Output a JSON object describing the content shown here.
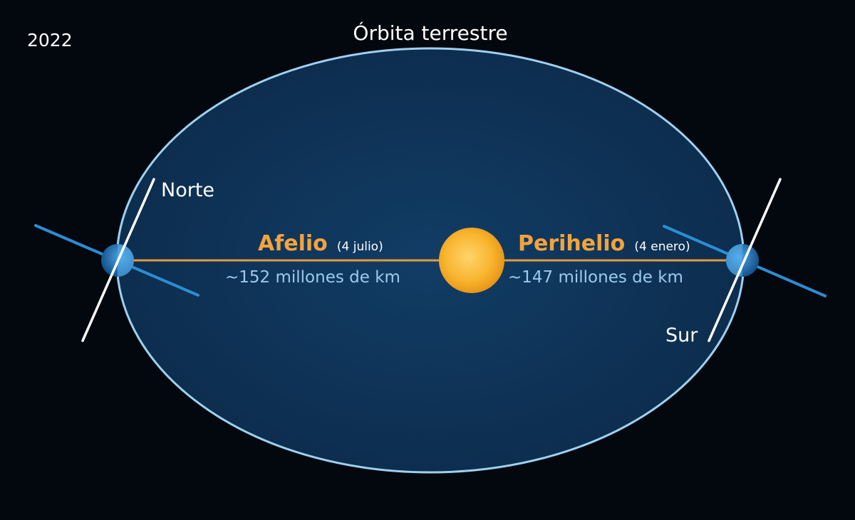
{
  "year": "2022",
  "title": "Órbita terrestre",
  "aphelion": {
    "name": "Afelio",
    "date": "(4 julio)",
    "distance": "~152 millones de km"
  },
  "perihelion": {
    "name": "Perihelio",
    "date": "(4 enero)",
    "distance": "~147 millones de km"
  },
  "pole_north": "Norte",
  "pole_south": "Sur",
  "colors": {
    "background": "#03080f",
    "orbit_fill": "#0f3457",
    "orbit_stroke": "#9fd0f0",
    "axis_line": "#e39a3c",
    "accent_label": "#f3a33d",
    "distance_text": "#9ec9ee",
    "sun": "#f7b32e",
    "earth": "#1e6fb0",
    "tilt_axis": "#2b8ed4",
    "rotation_axis": "#ffffff",
    "text": "#ffffff"
  }
}
